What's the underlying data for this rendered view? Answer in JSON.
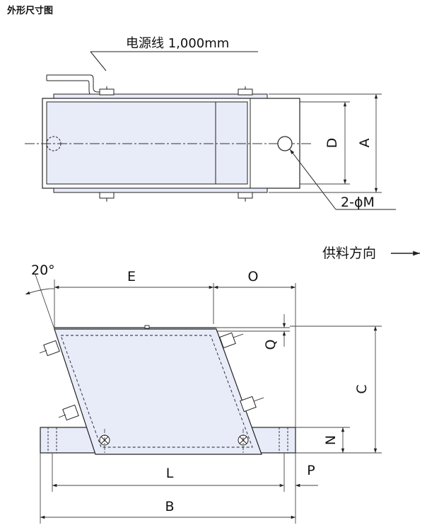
{
  "header": {
    "title": "外形尺寸图"
  },
  "top_view": {
    "cable_label": "电源线  1,000mm",
    "hole_label": "2-ϕM",
    "dim_a": "A",
    "dim_d": "D"
  },
  "front_view": {
    "angle_label": "20°",
    "feed_direction": "供料方向",
    "dim_e": "E",
    "dim_o": "O",
    "dim_q": "Q",
    "dim_c": "C",
    "dim_n": "N",
    "dim_l": "L",
    "dim_p": "P",
    "dim_b": "B"
  },
  "colors": {
    "body_fill": "#e8ebf8",
    "line": "#222222",
    "dim_line": "#444444"
  }
}
